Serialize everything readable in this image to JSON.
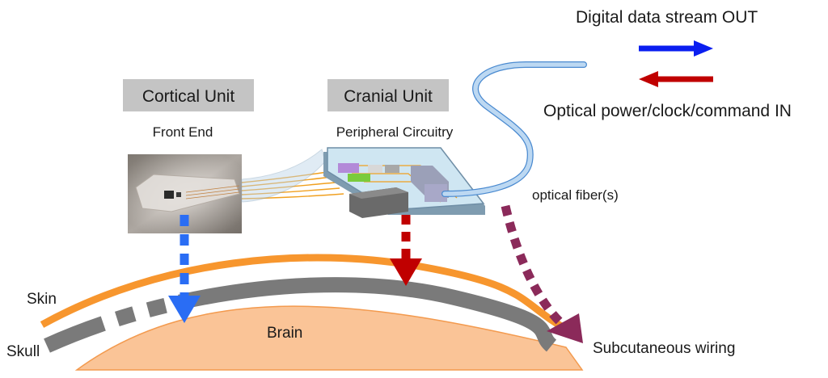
{
  "units": {
    "cortical": {
      "title": "Cortical Unit",
      "subtitle": "Front End"
    },
    "cranial": {
      "title": "Cranial Unit",
      "subtitle": "Peripheral Circuitry"
    }
  },
  "legend": {
    "out": {
      "label": "Digital data stream OUT",
      "color": "#0a1ef0"
    },
    "in": {
      "label": "Optical power/clock/command IN",
      "color": "#c00000"
    }
  },
  "labels": {
    "fiber": "optical fiber(s)",
    "skin": "Skin",
    "skull": "Skull",
    "brain": "Brain",
    "wiring": "Subcutaneous wiring"
  },
  "colors": {
    "skin": "#f7962e",
    "skull": "#7a7a7a",
    "brain": "#fac497",
    "fiber": "#bcd8f2",
    "front_end_arrow": "#2a6df4",
    "cranial_arrow": "#c00000",
    "wiring_arrow": "#8b2a5a",
    "label_box": "#c4c4c4"
  }
}
